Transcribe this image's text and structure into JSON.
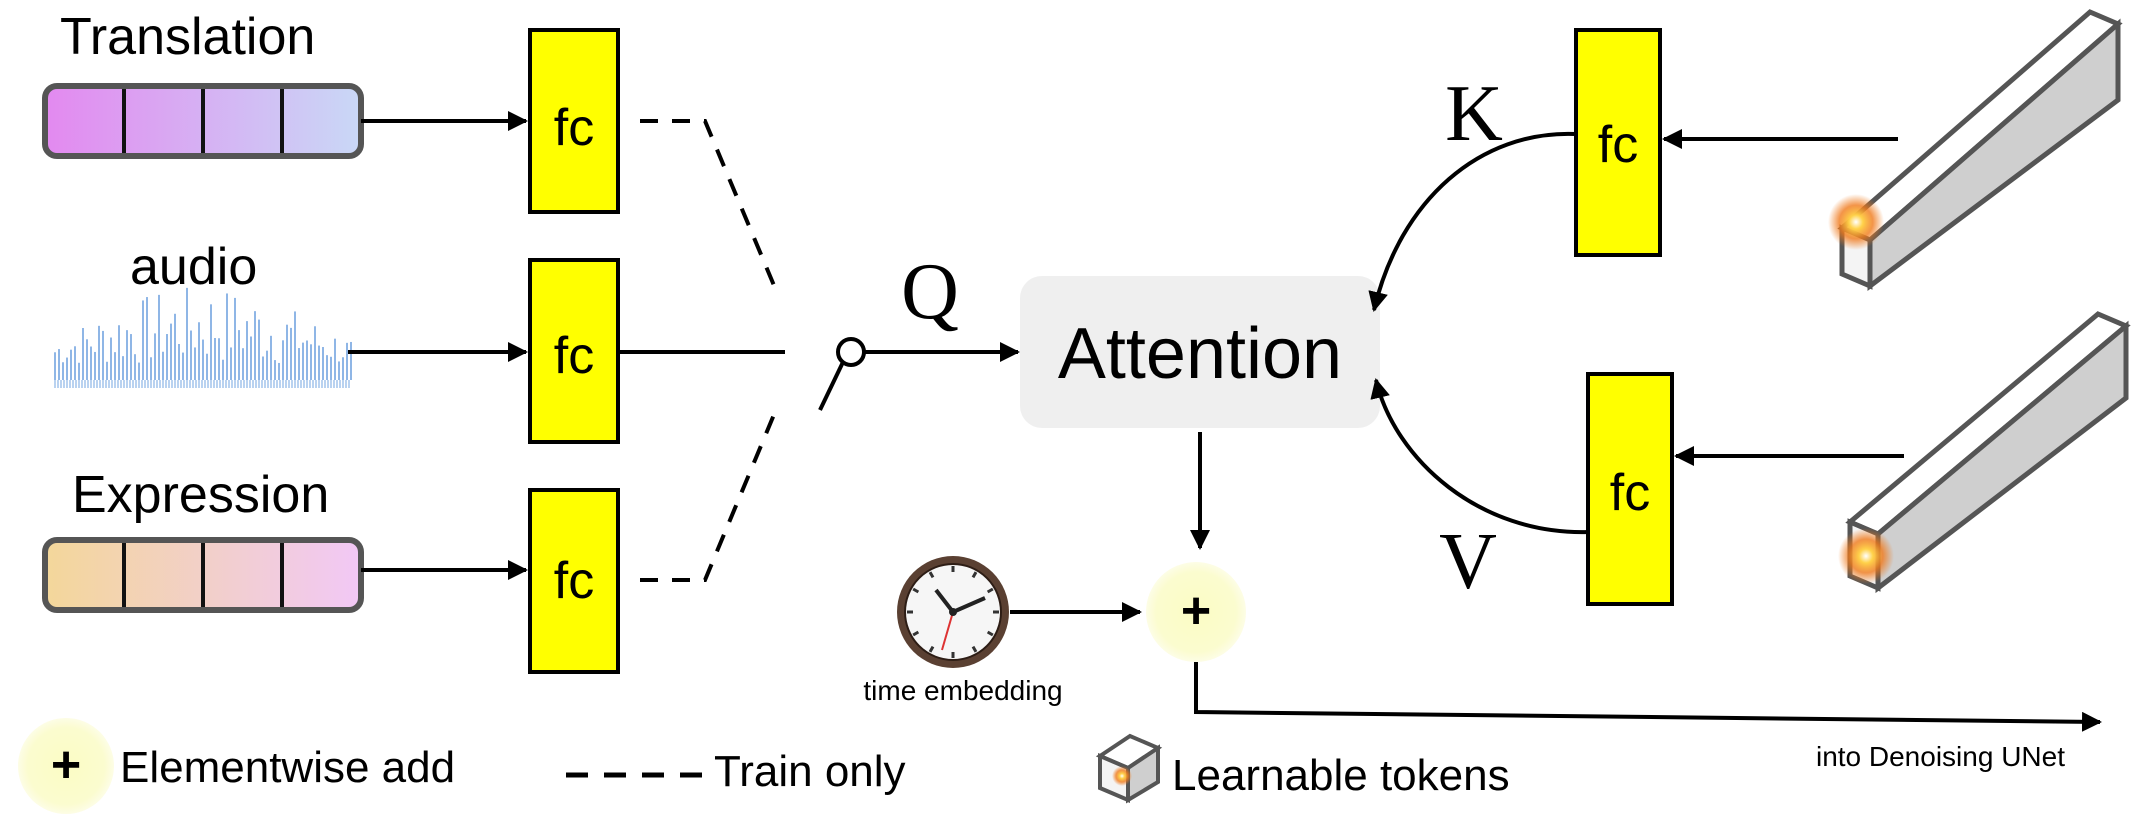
{
  "inputs": {
    "translation_label": "Translation",
    "audio_label": "audio",
    "expression_label": "Expression"
  },
  "fc_label": "fc",
  "q_label": "Q",
  "k_label": "K",
  "v_label": "V",
  "attention_label": "Attention",
  "plus_symbol": "+",
  "time_embedding_label": "time embedding",
  "output_label": "into Denoising UNet",
  "legend": {
    "add_label": "Elementwise add",
    "train_only_label": "Train only",
    "tokens_label": "Learnable tokens"
  },
  "colors": {
    "fc_fill": "#ffff00",
    "translation_start": "#e389f0",
    "translation_end": "#c9d8f6",
    "expression_start": "#f3d79a",
    "expression_end": "#f2c8f6",
    "audio": "#8fb6e6",
    "attention_bg": "#efefef",
    "add_glow": "#fbfccc"
  }
}
